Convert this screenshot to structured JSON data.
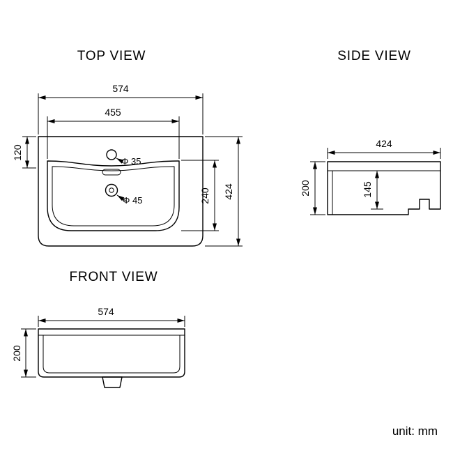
{
  "drawing": {
    "unit_label": "unit: mm",
    "line_color": "#000000",
    "background_color": "#ffffff"
  },
  "top_view": {
    "title": "TOP VIEW",
    "dim_outer_width": "574",
    "dim_inner_width": "455",
    "dim_deck_depth": "120",
    "dim_basin_depth": "240",
    "dim_total_depth": "424",
    "label_faucet_hole": "Φ 35",
    "label_drain_hole": "Φ 45"
  },
  "side_view": {
    "title": "SIDE VIEW",
    "dim_depth": "424",
    "dim_height": "200",
    "dim_inner_height": "145"
  },
  "front_view": {
    "title": "FRONT VIEW",
    "dim_width": "574",
    "dim_height": "200"
  }
}
